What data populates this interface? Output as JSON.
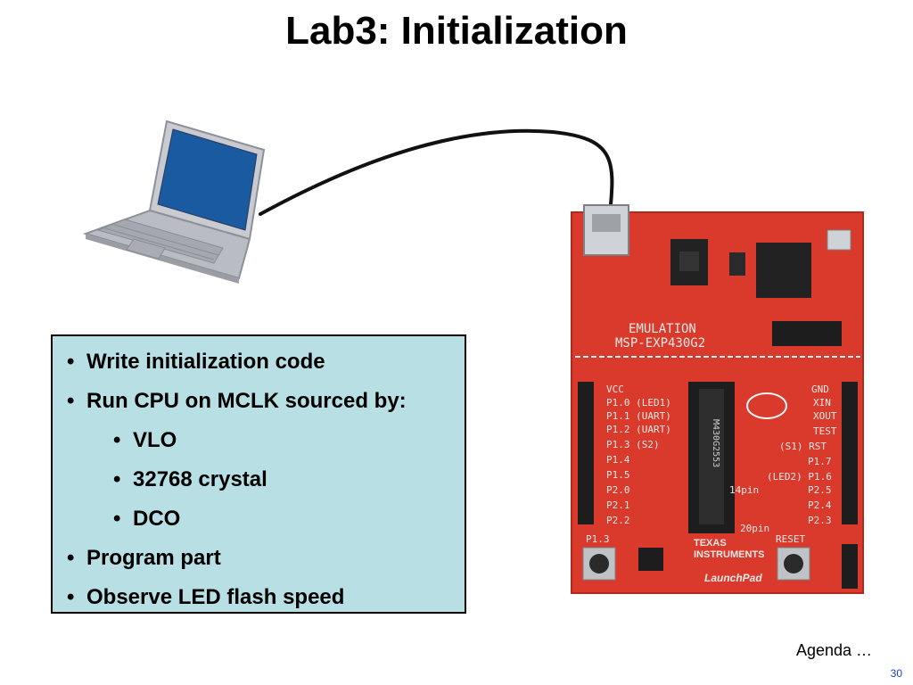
{
  "slide": {
    "title": "Lab3: Initialization",
    "page_number": "30"
  },
  "bullets": [
    {
      "level": 1,
      "text": "Write initialization code"
    },
    {
      "level": 1,
      "text": "Run CPU on MCLK sourced by:"
    },
    {
      "level": 2,
      "text": "VLO"
    },
    {
      "level": 2,
      "text": "32768 crystal"
    },
    {
      "level": 2,
      "text": "DCO"
    },
    {
      "level": 1,
      "text": "Program part"
    },
    {
      "level": 1,
      "text": "Observe LED flash speed"
    }
  ],
  "bullet_glyph": "•",
  "footer": {
    "agenda_link": "Agenda …"
  },
  "board_labels": {
    "emulation": "EMULATION",
    "model": "MSP-EXP430G2",
    "left_pins": [
      "VCC",
      "P1.0 (LED1)",
      "P1.1 (UART)",
      "P1.2 (UART)",
      "P1.3 (S2)",
      "P1.4",
      "P1.5",
      "P2.0",
      "P2.1",
      "P2.2"
    ],
    "right_pins": [
      "GND",
      "XIN",
      "XOUT",
      "TEST",
      "(S1) RST",
      "P1.7",
      "(LED2) P1.6",
      "P2.5",
      "P2.4",
      "P2.3"
    ],
    "chip": "M430G2553",
    "brand_line1": "TEXAS",
    "brand_line2": "INSTRUMENTS",
    "product": "LaunchPad",
    "button_left": "P1.3",
    "button_right": "RESET",
    "pin20": "20pin",
    "pin14": "14pin"
  },
  "colors": {
    "box_fill": "#b7dfe4",
    "board_red": "#d93a2c",
    "laptop_screen": "#1a5aa0",
    "page_number": "#1a3ec8"
  },
  "icons": [
    "laptop-icon",
    "usb-cable-icon",
    "launchpad-board-image"
  ]
}
